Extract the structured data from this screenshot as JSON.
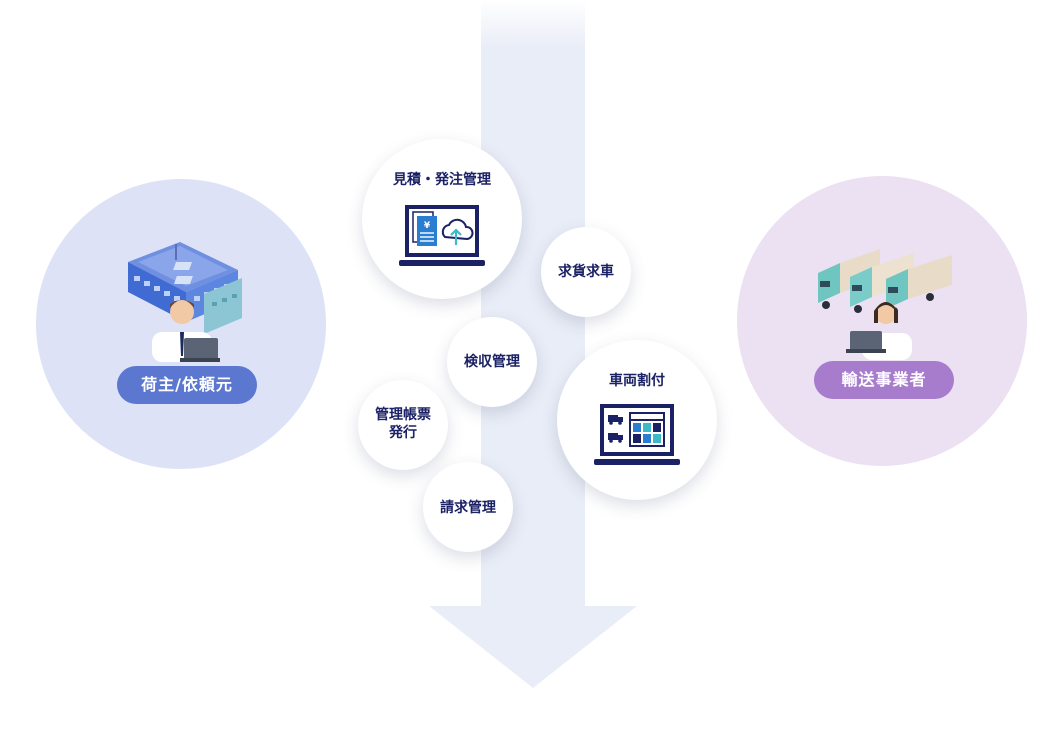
{
  "shipper": {
    "label": "荷主/依頼元",
    "circle_color": "#dde2f6",
    "pill_color": "#5b77cf",
    "icon": "warehouse-with-businessman-illustration"
  },
  "carrier": {
    "label": "輸送事業者",
    "circle_color": "#ece1f3",
    "pill_color": "#a77ccc",
    "icon": "trucks-with-operator-illustration"
  },
  "flow": {
    "arrow_color": "#e9edf7",
    "icon": "flow-down-arrow"
  },
  "functions": {
    "estimate_order": {
      "label": "見積・発注管理",
      "icon": "laptop-document-cloud-upload-icon"
    },
    "cargo_vehicle_matching": {
      "label": "求貨求車"
    },
    "inspection": {
      "label": "検収管理"
    },
    "vehicle_allocation": {
      "label": "車両割付",
      "icon": "laptop-trucks-grid-icon"
    },
    "ledger_issue": {
      "label_line1": "管理帳票",
      "label_line2": "発行"
    },
    "billing": {
      "label": "請求管理"
    }
  },
  "colors": {
    "navy": "#1b2165",
    "accent_blue": "#2a7ed1",
    "accent_teal": "#3fb9c8"
  }
}
